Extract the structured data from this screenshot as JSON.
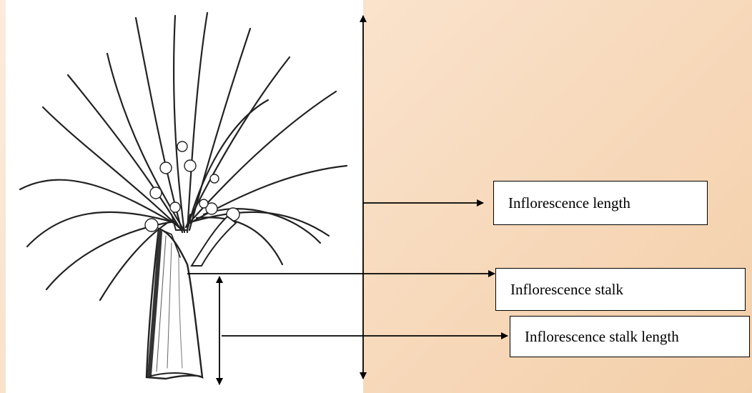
{
  "labels": {
    "inflorescence_length": "Inflorescence length",
    "inflorescence_stalk": "Inflorescence stalk",
    "inflorescence_stalk_length": "Inflorescence stalk length"
  },
  "colors": {
    "background_start": "#fcebdc",
    "background_end": "#f3cfa9",
    "ink": "#000000"
  }
}
